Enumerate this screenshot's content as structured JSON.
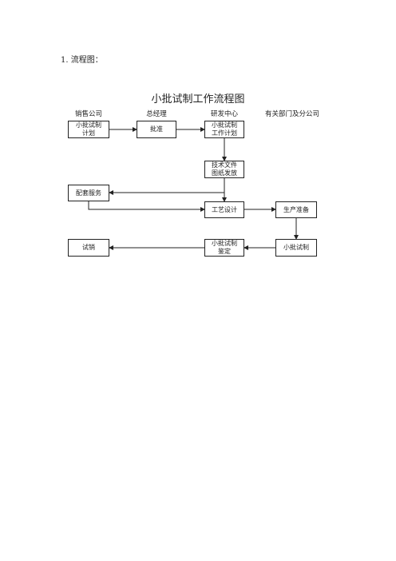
{
  "document": {
    "section_heading": "1.  流程图：",
    "diagram_title": "小批试制工作流程图"
  },
  "columns": {
    "sales": "销售公司",
    "gm": "总经理",
    "rd": "研发中心",
    "depts": "有关部门及分公司"
  },
  "nodes": {
    "trial_sales_plan": "小批试制\n计划",
    "approval": "批准",
    "trial_work_plan": "小批试制\n工作计划",
    "tech_docs": "技术文件\n图纸发放",
    "support_services": "配套服务",
    "process_design": "工艺设计",
    "production_prep": "生产准备",
    "trial_production": "小批试制",
    "trial_appraisal": "小批试制\n鉴定",
    "trial_sales": "试销"
  }
}
